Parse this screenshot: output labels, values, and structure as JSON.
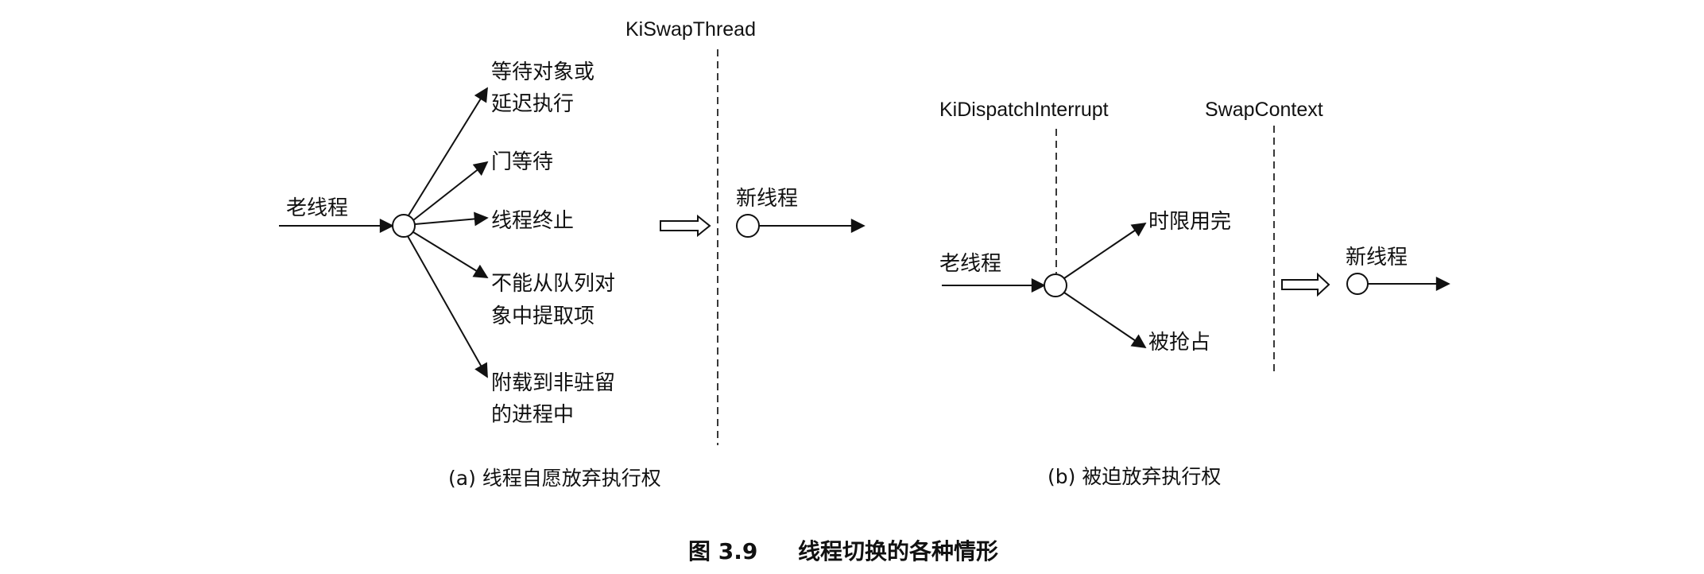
{
  "panel_a": {
    "function_label": "KiSwapThread",
    "old_thread": "老线程",
    "new_thread": "新线程",
    "reasons": [
      [
        "等待对象或",
        "延迟执行"
      ],
      [
        "门等待"
      ],
      [
        "线程终止"
      ],
      [
        "不能从队列对",
        "象中提取项"
      ],
      [
        "附载到非驻留",
        "的进程中"
      ]
    ],
    "caption": "(a) 线程自愿放弃执行权"
  },
  "panel_b": {
    "function_label_1": "KiDispatchInterrupt",
    "function_label_2": "SwapContext",
    "old_thread": "老线程",
    "new_thread": "新线程",
    "reasons": [
      "时限用完",
      "被抢占"
    ],
    "caption": "(b) 被迫放弃执行权"
  },
  "figure": {
    "number": "图 3.9",
    "title": "线程切换的各种情形"
  }
}
